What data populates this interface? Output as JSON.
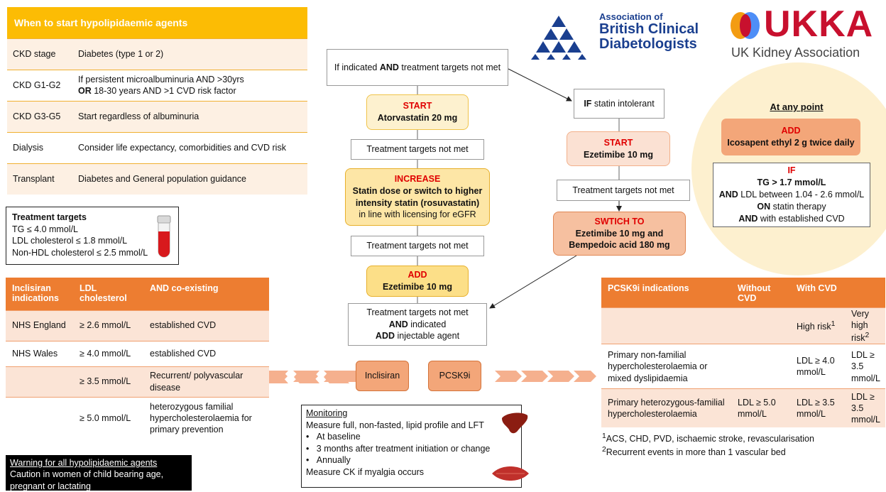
{
  "start_table": {
    "title": "When to start hypolipidaemic agents",
    "rows": [
      {
        "stage": "CKD stage",
        "rule": "Diabetes (type 1 or 2)"
      },
      {
        "stage": "CKD G1-G2",
        "rule_line1": "If persistent microalbuminuria AND >30yrs",
        "rule_line2_bold": "OR",
        "rule_line2": " 18-30 years AND >1 CVD risk factor"
      },
      {
        "stage": "CKD G3-G5",
        "rule": "Start regardless of albuminuria"
      },
      {
        "stage": "Dialysis",
        "rule": "Consider life expectancy, comorbidities and CVD risk"
      },
      {
        "stage": "Transplant",
        "rule": "Diabetes and General population guidance"
      }
    ]
  },
  "targets": {
    "title": "Treatment targets",
    "lines": [
      "TG ≤ 4.0 mmol/L",
      "LDL cholesterol ≤ 1.8 mmol/L",
      "Non-HDL cholesterol ≤ 2.5 mmol/L"
    ]
  },
  "logos": {
    "abcd_line1": "Association of",
    "abcd_line2": "British Clinical",
    "abcd_line3": "Diabetologists",
    "ukka_name": "UKKA",
    "ukka_sub": "UK Kidney Association"
  },
  "flow": {
    "entry_pre": "If indicated ",
    "entry_bold": "AND",
    "entry_post": " treatment targets not met",
    "start_head": "START",
    "start_drug": "Atorvastatin 20 mg",
    "not_met": "Treatment targets not met",
    "increase_head": "INCREASE",
    "increase_l1": "Statin dose or switch to higher",
    "increase_l2": "intensity statin (rosuvastatin)",
    "increase_l3": "in line with licensing for eGFR",
    "add_head": "ADD",
    "add_drug": "Ezetimibe 10 mg",
    "inj_l1": "Treatment targets not met",
    "inj_l2": "AND indicated",
    "inj_l3_bold": "ADD",
    "inj_l3": " injectable agent",
    "inclisiran": "Inclisiran",
    "pcsk9i": "PCSK9i"
  },
  "intolerant": {
    "label_bold": "IF",
    "label": " statin intolerant",
    "start_head": "START",
    "start_drug": "Ezetimibe 10 mg",
    "not_met": "Treatment targets not met",
    "switch_head": "SWTICH TO",
    "switch_l1": "Ezetimibe 10 mg and",
    "switch_l2": "Bempedoic acid 180 mg"
  },
  "any_point": {
    "title": "At any point",
    "add_head": "ADD",
    "add_drug": "Icosapent ethyl 2 g twice daily",
    "if_head": "IF",
    "c1": "TG > 1.7 mmol/L",
    "c2_bold": "AND",
    "c2": " LDL between 1.04 - 2.6 mmol/L",
    "c3_bold": "ON",
    "c3": " statin therapy",
    "c4_bold": "AND",
    "c4": " with established CVD"
  },
  "inclisiran_table": {
    "headers": [
      "Inclisiran indications",
      "LDL cholesterol",
      "AND co-existing"
    ],
    "rows": [
      [
        "NHS England",
        "≥ 2.6 mmol/L",
        "established CVD"
      ],
      [
        "NHS Wales",
        "≥ 4.0 mmol/L",
        "established CVD"
      ],
      [
        "",
        "≥ 3.5 mmol/L",
        "Recurrent/ polyvascular disease"
      ],
      [
        "",
        "≥ 5.0 mmol/L",
        "heterozygous familial hypercholesterolaemia for primary prevention"
      ]
    ]
  },
  "pcsk9_table": {
    "headers": [
      "PCSK9i indications",
      "Without CVD",
      "With CVD",
      ""
    ],
    "sub_high": "High risk",
    "sub_high_sup": "1",
    "sub_vhigh": "Very high risk",
    "sub_vhigh_sup": "2",
    "rows": [
      [
        "Primary non-familial hypercholesterolaemia or mixed dyslipidaemia",
        "",
        "LDL ≥ 4.0 mmol/L",
        "LDL ≥ 3.5 mmol/L"
      ],
      [
        "Primary heterozygous-familial hypercholesterolaemia",
        "LDL ≥ 5.0 mmol/L",
        "LDL ≥ 3.5 mmol/L",
        "LDL ≥ 3.5 mmol/L"
      ]
    ],
    "foot1_sup": "1",
    "foot1": "ACS, CHD, PVD, ischaemic stroke, revascularisation",
    "foot2_sup": "2",
    "foot2": "Recurrent events in more than 1 vascular bed"
  },
  "monitoring": {
    "title": "Monitoring",
    "intro": "Measure full, non-fasted, lipid profile and LFT",
    "bullets": [
      "At baseline",
      "3 months after treatment initiation or change",
      "Annually"
    ],
    "ck": "Measure CK if myalgia occurs"
  },
  "warning": {
    "title": "Warning for all hypolipidaemic agents",
    "l1": "Caution in women of child bearing age,",
    "l2": "pregnant or lactating"
  },
  "colors": {
    "yellow": "#fcbc04",
    "orange": "#ed7d31",
    "red": "#e00000",
    "navy": "#1a3f8f",
    "ukka_red": "#c8102e"
  }
}
